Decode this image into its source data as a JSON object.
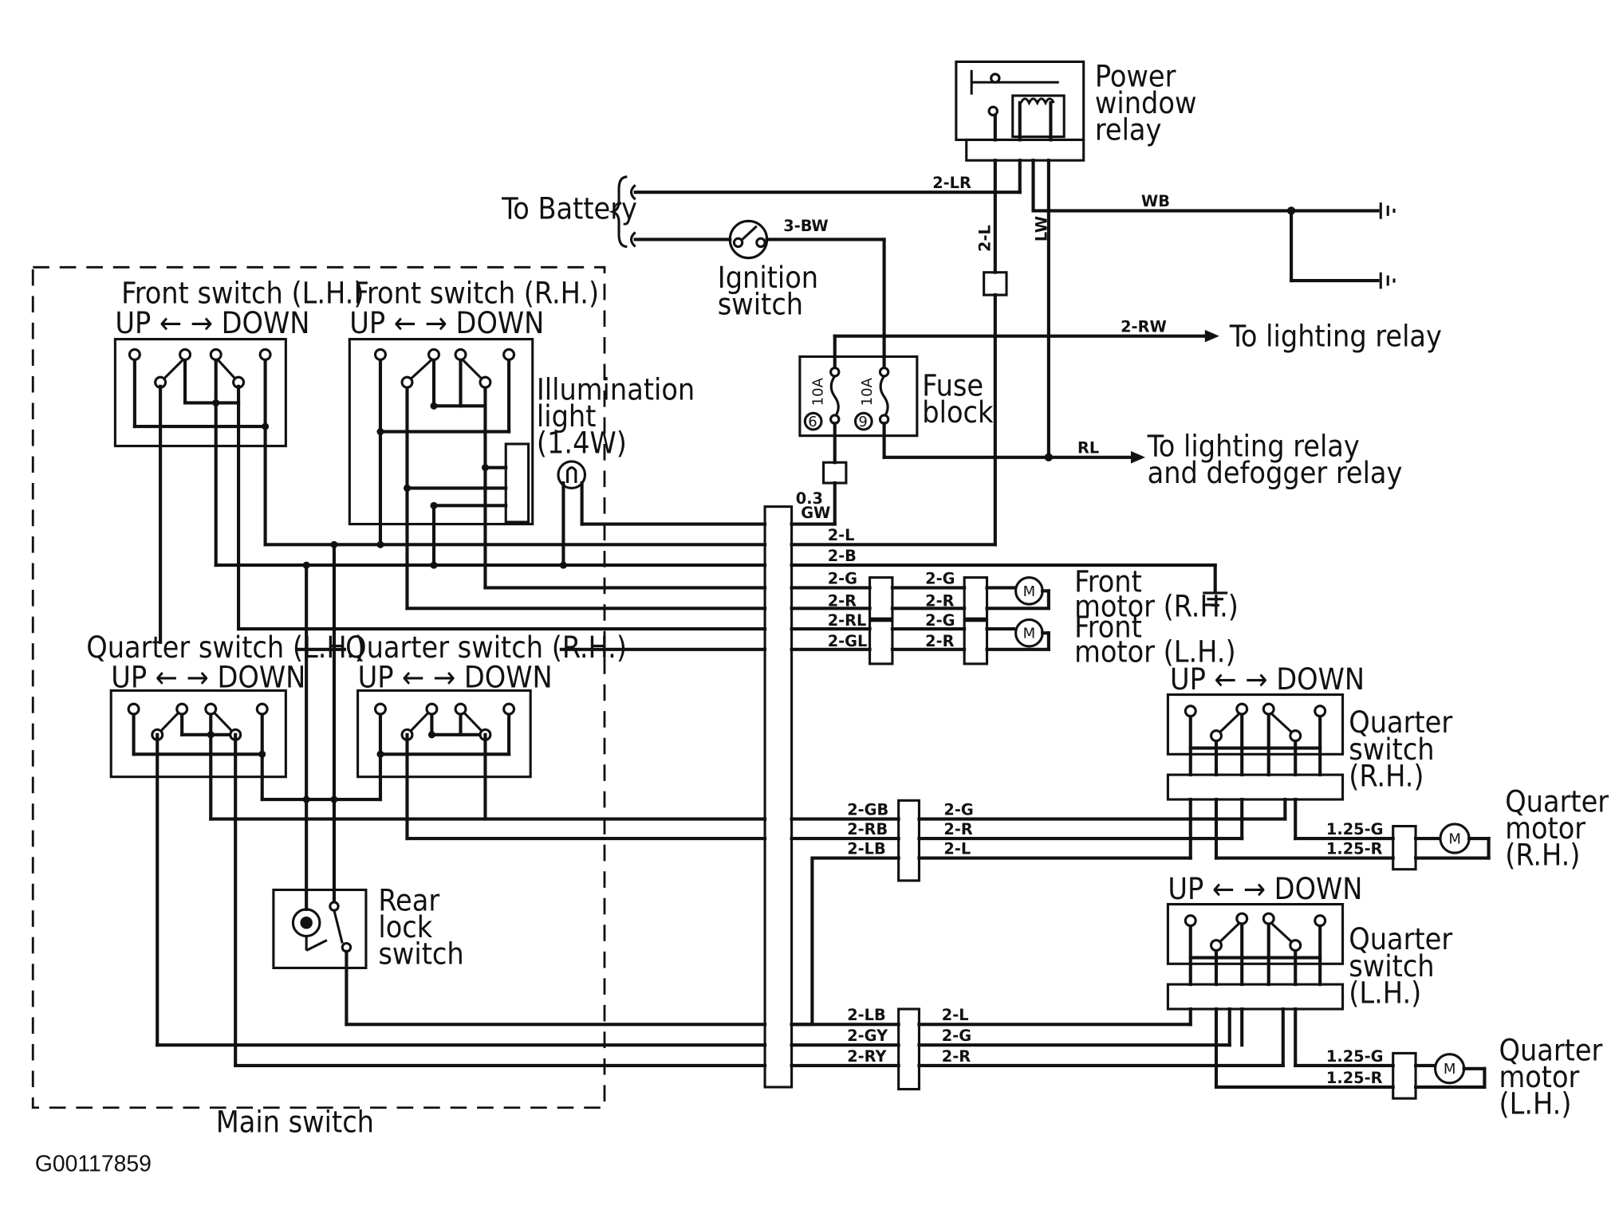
{
  "labels": {
    "power_window_relay": [
      "Power",
      "window",
      "relay"
    ],
    "to_battery": "To Battery",
    "ignition_switch": [
      "Ignition",
      "switch"
    ],
    "fuse_block": [
      "Fuse",
      "block"
    ],
    "fuse_rating": "10A",
    "fuse_6": "6",
    "fuse_9": "9",
    "to_lighting_relay": "To lighting relay",
    "to_lighting_defogger": [
      "To lighting relay",
      "and defogger relay"
    ],
    "front_switch_lh": "Front switch (L.H.)",
    "front_switch_rh": "Front switch (R.H.)",
    "up_down": "UP ←   → DOWN",
    "illumination_light": [
      "Illumination",
      "light",
      "(1.4W)"
    ],
    "quarter_switch_lh": "Quarter switch (L.H.)",
    "quarter_switch_rh": "Quarter switch (R.H.)",
    "front_motor_rh": [
      "Front",
      "motor (R.H.)"
    ],
    "front_motor_lh": [
      "Front",
      "motor (L.H.)"
    ],
    "quarter_switch_rh_door": [
      "Quarter",
      "switch",
      "(R.H.)"
    ],
    "quarter_switch_lh_door": [
      "Quarter",
      "switch",
      "(L.H.)"
    ],
    "quarter_motor_rh": [
      "Quarter",
      "motor",
      "(R.H.)"
    ],
    "quarter_motor_lh": [
      "Quarter",
      "motor",
      "(L.H.)"
    ],
    "rear_lock_switch": [
      "Rear",
      "lock",
      "switch"
    ],
    "main_switch": "Main switch",
    "figure_id": "G00117859",
    "motor_symbol": "M"
  },
  "wires": {
    "w_2lr": "2-LR",
    "w_3bw": "3-BW",
    "w_wb": "WB",
    "w_2l_v": "2-L",
    "w_lw": "LW",
    "w_2rw": "2-RW",
    "w_rl": "RL",
    "w_03": "0.3",
    "w_gw": "GW",
    "w_2l": "2-L",
    "w_2b": "2-B",
    "w_2g": "2-G",
    "w_2r": "2-R",
    "w_2rl": "2-RL",
    "w_2gl": "2-GL",
    "w_2gb": "2-GB",
    "w_2rb": "2-RB",
    "w_2lb": "2-LB",
    "w_2gy": "2-GY",
    "w_2ry": "2-RY",
    "w_125g": "1.25-G",
    "w_125r": "1.25-R"
  }
}
